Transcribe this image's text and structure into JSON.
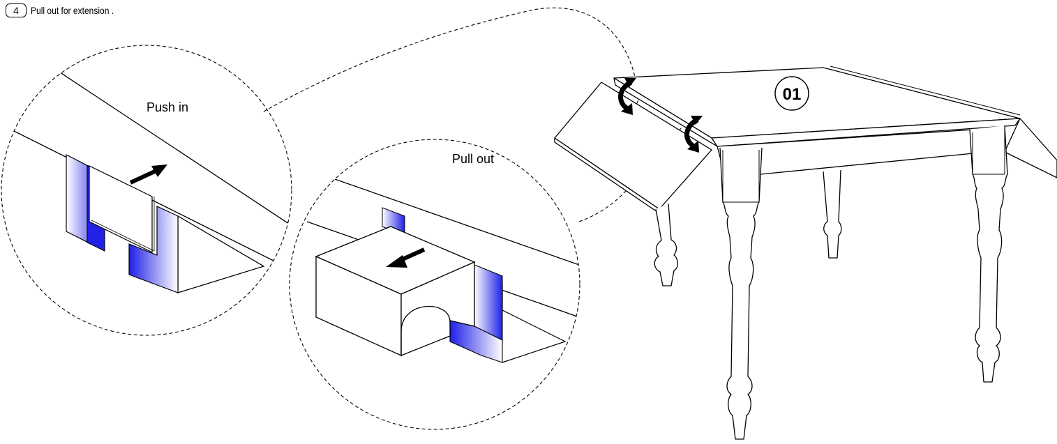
{
  "instruction": {
    "step_number": "4",
    "text": "Pull out for extension ."
  },
  "labels": {
    "push_in": "Push in",
    "pull_out": "Pull out",
    "part_id": "01"
  },
  "colors": {
    "line": "#000000",
    "accent_blue": "#2222e6",
    "background": "#ffffff"
  },
  "icons": [
    "rotate-arrow-icon",
    "direction-arrow-icon"
  ]
}
